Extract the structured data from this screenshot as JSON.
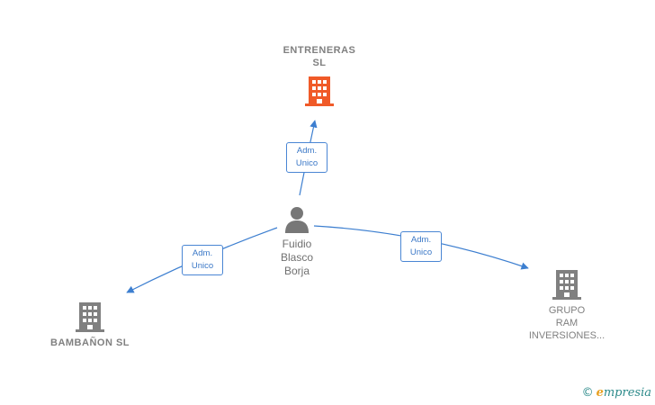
{
  "nodes": {
    "entreneras": {
      "name_line1": "ENTRENERAS",
      "name_line2": "SL",
      "color": "#f05a28"
    },
    "person": {
      "line1": "Fuidio",
      "line2": "Blasco",
      "line3": "Borja",
      "color": "#777777"
    },
    "bambanon": {
      "name": "BAMBAÑON SL",
      "color": "#808080"
    },
    "grupo_ram": {
      "line1": "GRUPO",
      "line2": "RAM",
      "line3": "INVERSIONES...",
      "color": "#808080"
    }
  },
  "edges": {
    "to_entreneras": {
      "line1": "Adm.",
      "line2": "Unico"
    },
    "to_bambanon": {
      "line1": "Adm.",
      "line2": "Unico"
    },
    "to_grupo_ram": {
      "line1": "Adm.",
      "line2": "Unico"
    }
  },
  "edge_color": "#3d7fd0",
  "watermark": {
    "copyright": "©",
    "brand_initial": "e",
    "brand_rest": "mpresia"
  }
}
